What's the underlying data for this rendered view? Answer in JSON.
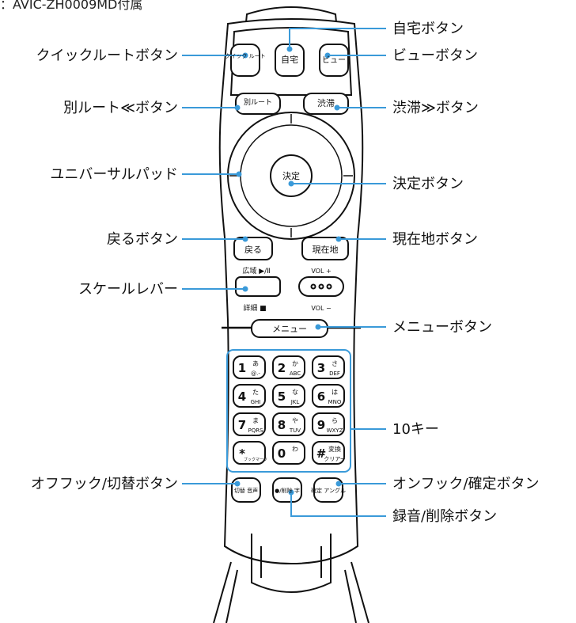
{
  "caption": "：AVIC-ZH0009MD付属",
  "colors": {
    "leader_line": "#3a9ad9",
    "outline": "#111111",
    "remote_fill": "#ffffff"
  },
  "remote": {
    "buttons": {
      "quick_route": "クイック ルート",
      "home": "自宅",
      "view": "ビュー",
      "alt_route": "別ルート",
      "traffic": "渋滞",
      "enter": "決定",
      "back": "戻る",
      "current_location": "現在地",
      "wide_play": "広域 ▶/Ⅱ",
      "detail_stop": "詳細 ■",
      "vol_up": "VOL +",
      "vol_down": "VOL −",
      "menu": "メニュー",
      "voice_switch": "切替 音声",
      "record_delete": "●/削除 字",
      "confirm_angle": "確定 アングル"
    },
    "keypad": [
      {
        "main": "1",
        "kana": "あ",
        "sub": "@.-"
      },
      {
        "main": "2",
        "kana": "か",
        "sub": "ABC"
      },
      {
        "main": "3",
        "kana": "さ",
        "sub": "DEF"
      },
      {
        "main": "4",
        "kana": "た",
        "sub": "GHI"
      },
      {
        "main": "5",
        "kana": "な",
        "sub": "JKL"
      },
      {
        "main": "6",
        "kana": "は",
        "sub": "MNO"
      },
      {
        "main": "7",
        "kana": "ま",
        "sub": "PQRS"
      },
      {
        "main": "8",
        "kana": "や",
        "sub": "TUV"
      },
      {
        "main": "9",
        "kana": "ら",
        "sub": "WXYZ"
      },
      {
        "main": "*",
        "kana": "",
        "sub": "ブックマーク"
      },
      {
        "main": "0",
        "kana": "わ",
        "sub": ""
      },
      {
        "main": "#",
        "kana": "変換",
        "sub": "クリアー"
      }
    ]
  },
  "callouts": {
    "left": [
      {
        "id": "quick-route",
        "text": "クイックルートボタン"
      },
      {
        "id": "alt-route",
        "text": "別ルート≪ボタン"
      },
      {
        "id": "universal-pad",
        "text": "ユニバーサルパッド"
      },
      {
        "id": "back",
        "text": "戻るボタン"
      },
      {
        "id": "scale-lever",
        "text": "スケールレバー"
      },
      {
        "id": "off-hook",
        "text": "オフフック/切替ボタン"
      }
    ],
    "right": [
      {
        "id": "home",
        "text": "自宅ボタン"
      },
      {
        "id": "view",
        "text": "ビューボタン"
      },
      {
        "id": "traffic",
        "text": "渋滞≫ボタン"
      },
      {
        "id": "enter",
        "text": "決定ボタン"
      },
      {
        "id": "current-location",
        "text": "現在地ボタン"
      },
      {
        "id": "menu",
        "text": "メニューボタン"
      },
      {
        "id": "ten-key",
        "text": "10キー"
      },
      {
        "id": "on-hook",
        "text": "オンフック/確定ボタン"
      },
      {
        "id": "record-delete",
        "text": "録音/削除ボタン"
      }
    ]
  }
}
